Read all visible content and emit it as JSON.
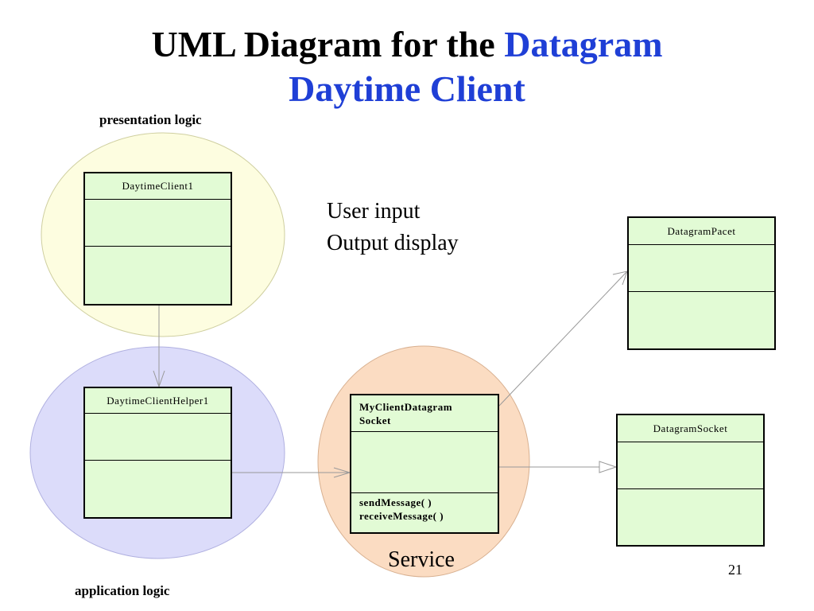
{
  "title": {
    "part1": "UML Diagram for the ",
    "part2": "Datagram",
    "line2": "Daytime Client"
  },
  "labels": {
    "presentation": "presentation logic",
    "application": "application logic",
    "service": "Service",
    "user_input": "User input",
    "output_display": "Output display"
  },
  "classes": {
    "daytime_client": {
      "name": "DaytimeClient1"
    },
    "helper": {
      "name": "DaytimeClientHelper1"
    },
    "socket_client": {
      "name_line1": "MyClientDatagram",
      "name_line2": "Socket",
      "op1": "sendMessage( )",
      "op2": "receiveMessage( )"
    },
    "packet": {
      "name": "DatagramPacet"
    },
    "socket": {
      "name": "DatagramSocket"
    }
  },
  "page_number": "21",
  "colors": {
    "presentation_fill": "#fdfde0",
    "application_fill": "#dcdcfa",
    "service_fill": "#fbdcc2",
    "class_fill": "#e2fbd5",
    "title_blue": "#1f3fd6"
  }
}
